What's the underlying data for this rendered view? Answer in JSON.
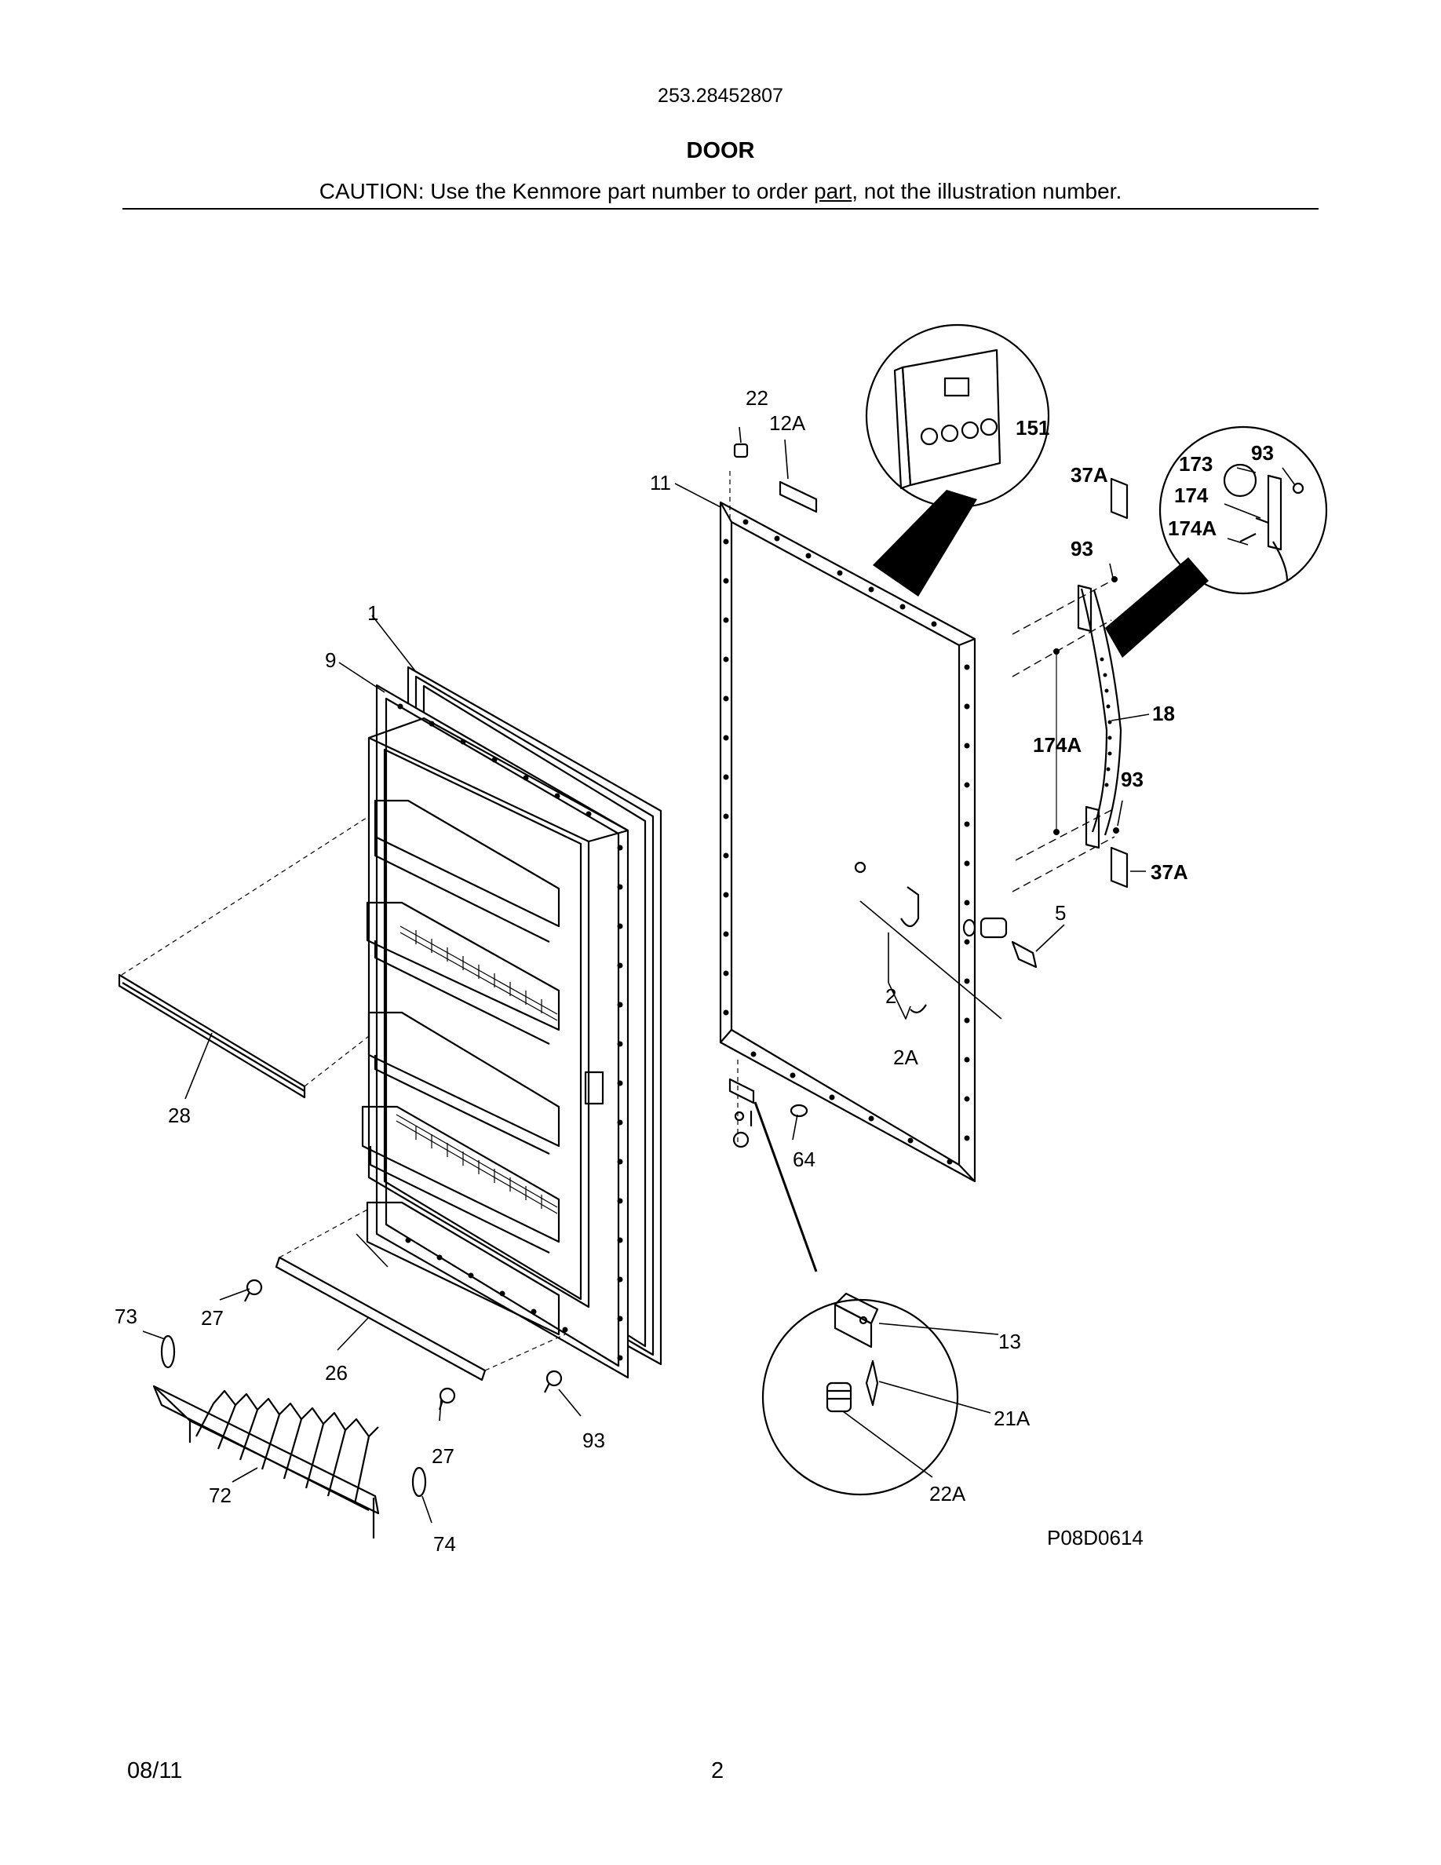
{
  "header": {
    "model_number": "253.28452807",
    "section_title": "DOOR",
    "caution_pre": "CAUTION: Use the Kenmore part number to order ",
    "caution_underlined": "part",
    "caution_post": ", not the illustration number."
  },
  "diagram": {
    "figure_code": "P08D0614",
    "callouts": {
      "c1": "1",
      "c2": "2",
      "c2A": "2A",
      "c5": "5",
      "c9": "9",
      "c11": "11",
      "c12A": "12A",
      "c13": "13",
      "c18": "18",
      "c21A": "21A",
      "c22": "22",
      "c22A": "22A",
      "c26": "26",
      "c27a": "27",
      "c27b": "27",
      "c28": "28",
      "c37Aa": "37A",
      "c37Ab": "37A",
      "c64": "64",
      "c72": "72",
      "c73": "73",
      "c74": "74",
      "c93a": "93",
      "c93b": "93",
      "c93c": "93",
      "c93d": "93",
      "c151": "151",
      "c173": "173",
      "c174": "174",
      "c174Aa": "174A",
      "c174Ab": "174A"
    }
  },
  "footer": {
    "date": "08/11",
    "page_number": "2"
  }
}
